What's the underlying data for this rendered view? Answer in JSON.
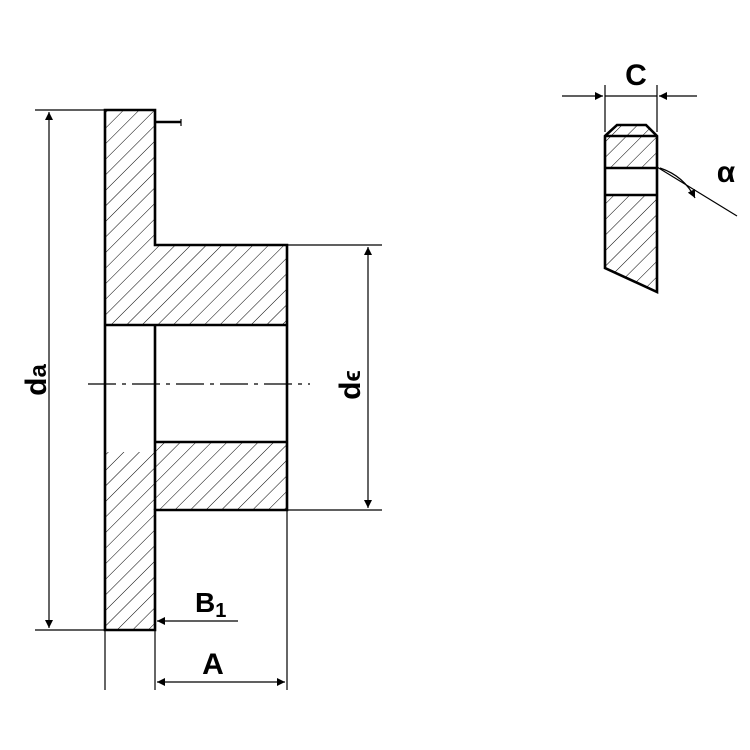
{
  "diagram": {
    "labels": {
      "da": {
        "main": "d",
        "sub": "a"
      },
      "de": {
        "main": "d",
        "sub": "ϵ"
      },
      "a": "A",
      "b1": {
        "main": "B",
        "sub": "1"
      },
      "c": "C",
      "alpha": "α"
    },
    "colors": {
      "line": "#000000",
      "background": "#ffffff"
    }
  }
}
